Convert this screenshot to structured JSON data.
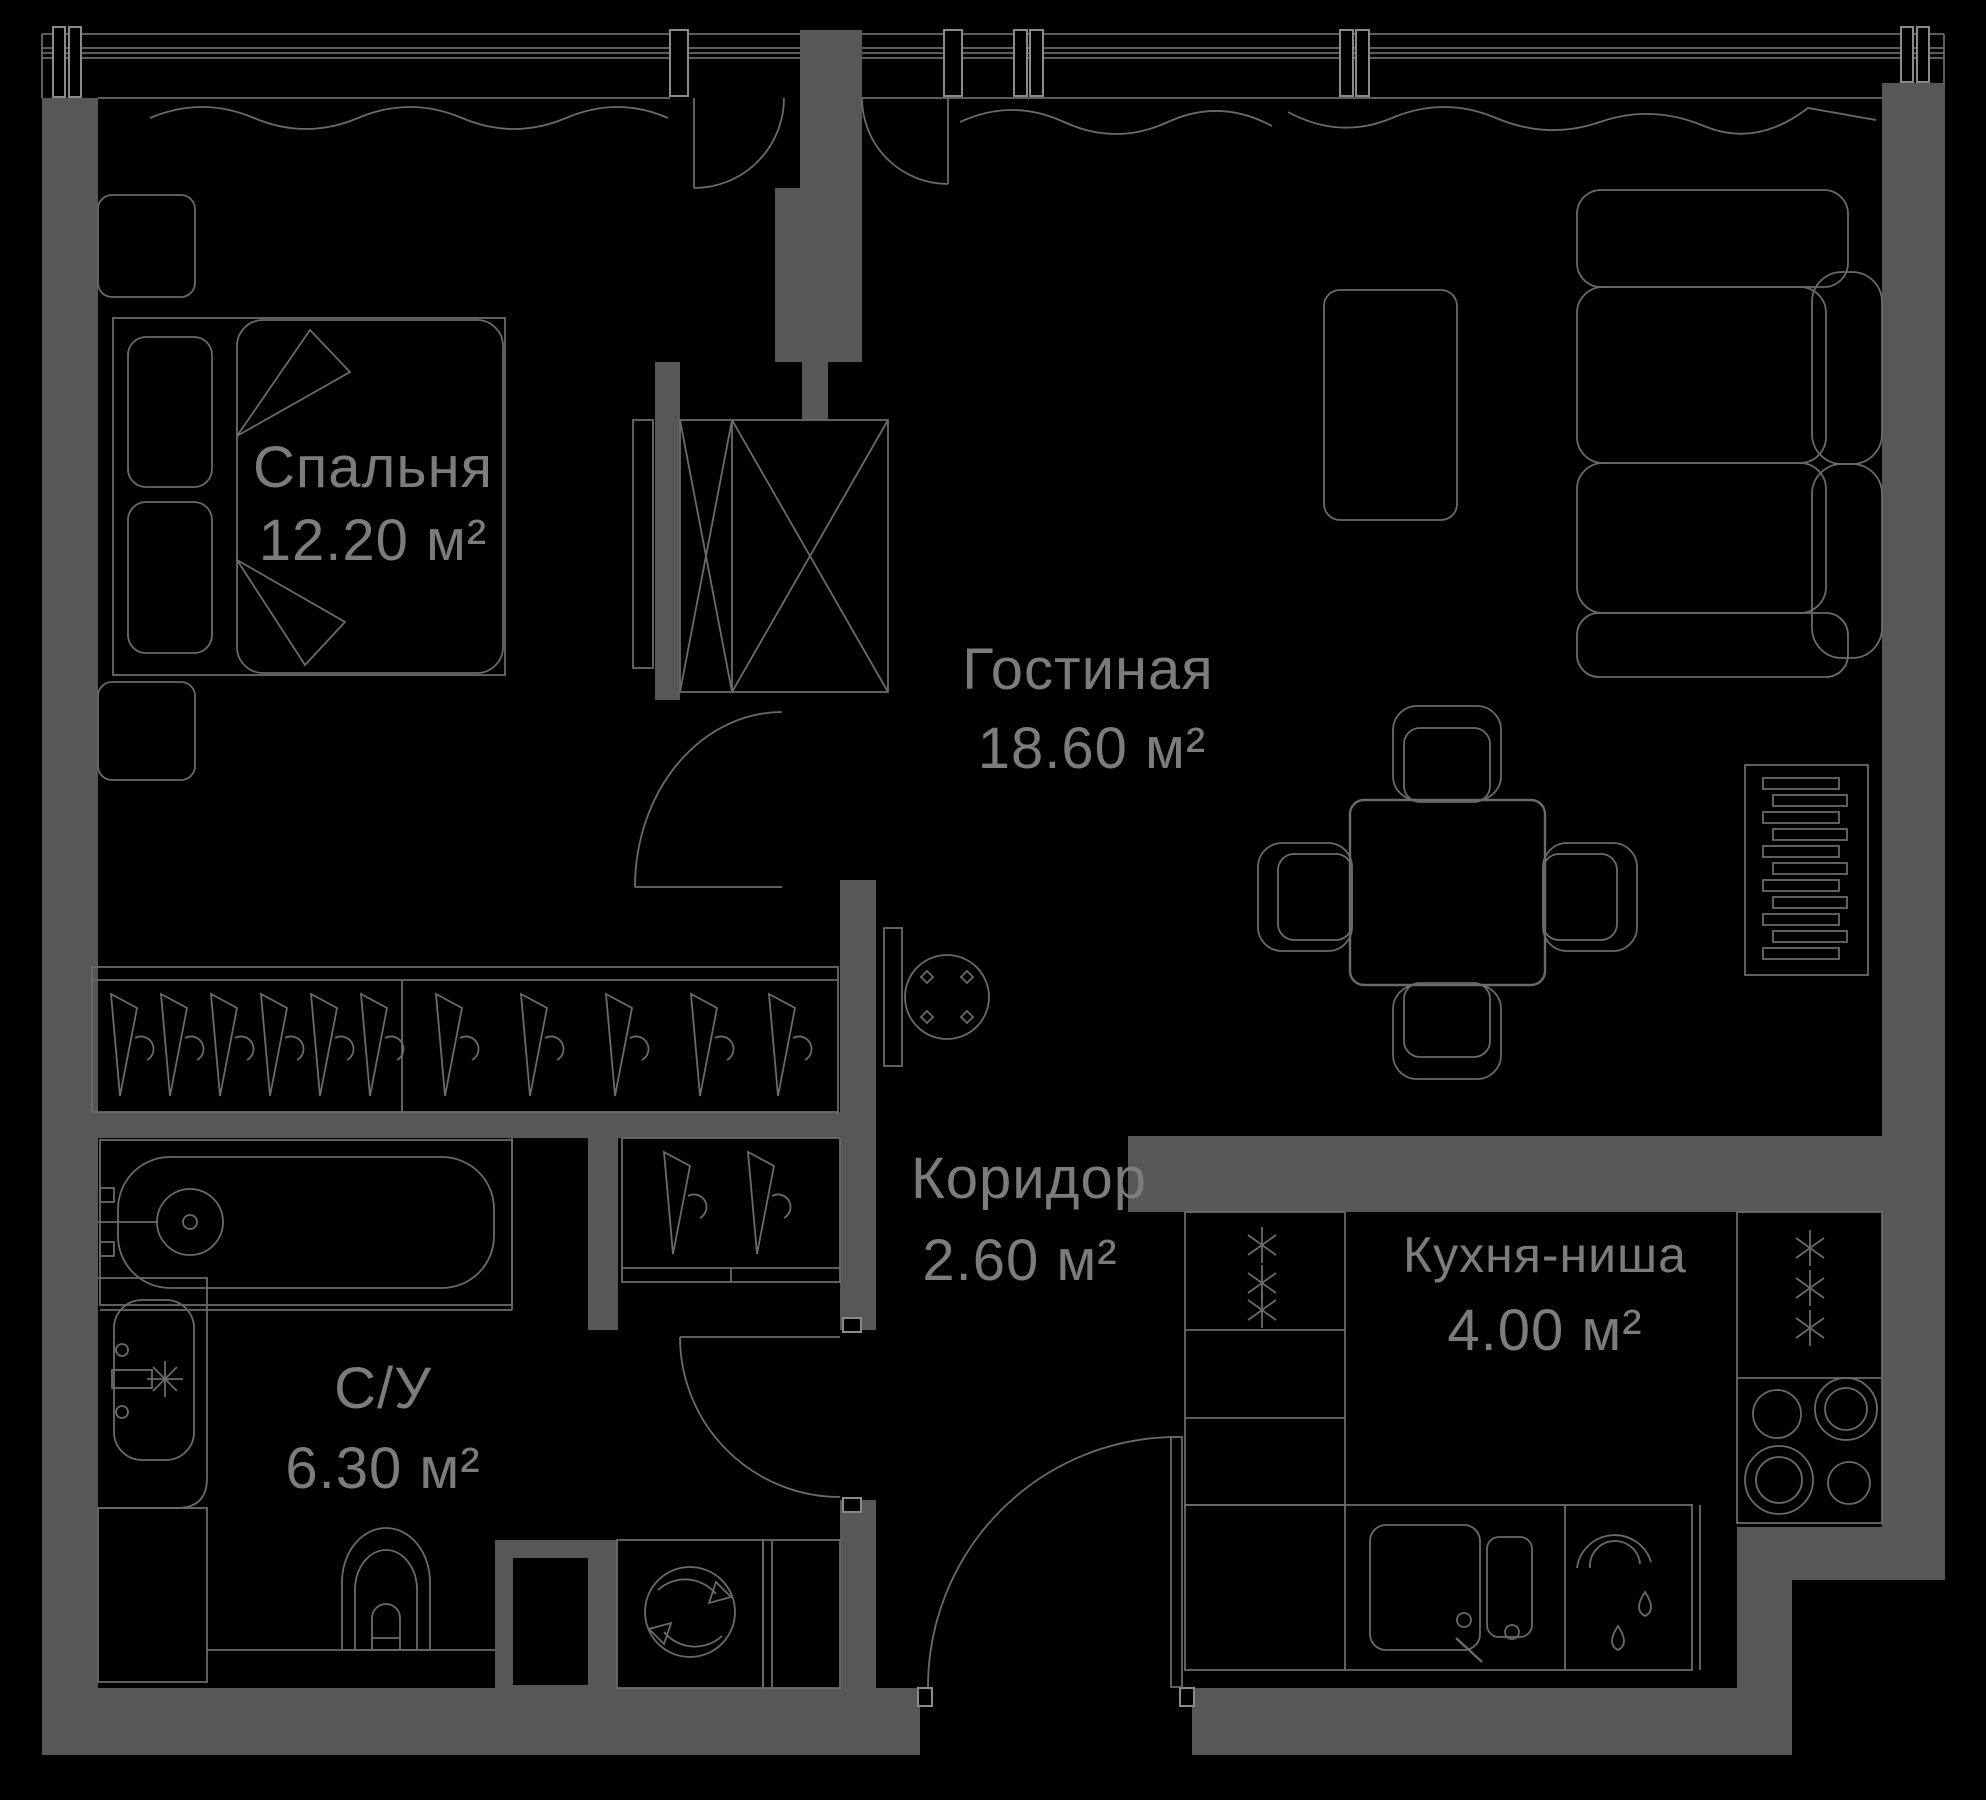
{
  "plan": {
    "type": "apartment-floor-plan",
    "language": "ru",
    "colors": {
      "background": "#000000",
      "wall_fill": "#575757",
      "outline": "#6a6a6a",
      "label_text": "#7c7c7c"
    },
    "rooms": [
      {
        "key": "bedroom",
        "name": "Спальня",
        "area": "12.20 м²"
      },
      {
        "key": "living",
        "name": "Гостиная",
        "area": "18.60 м²"
      },
      {
        "key": "corridor",
        "name": "Коридор",
        "area": "2.60 м²"
      },
      {
        "key": "bathroom",
        "name": "С/У",
        "area": "6.30 м²"
      },
      {
        "key": "kitchen",
        "name": "Кухня-ниша",
        "area": "4.00 м²"
      }
    ],
    "icons": [
      "hanger-icon",
      "washing-machine-icon",
      "freezer-star-icon",
      "stove-burners-icon",
      "sink-icon",
      "toilet-icon",
      "bathtub-icon",
      "radiator-icon",
      "door-swing-icon",
      "window-wave-icon"
    ]
  }
}
